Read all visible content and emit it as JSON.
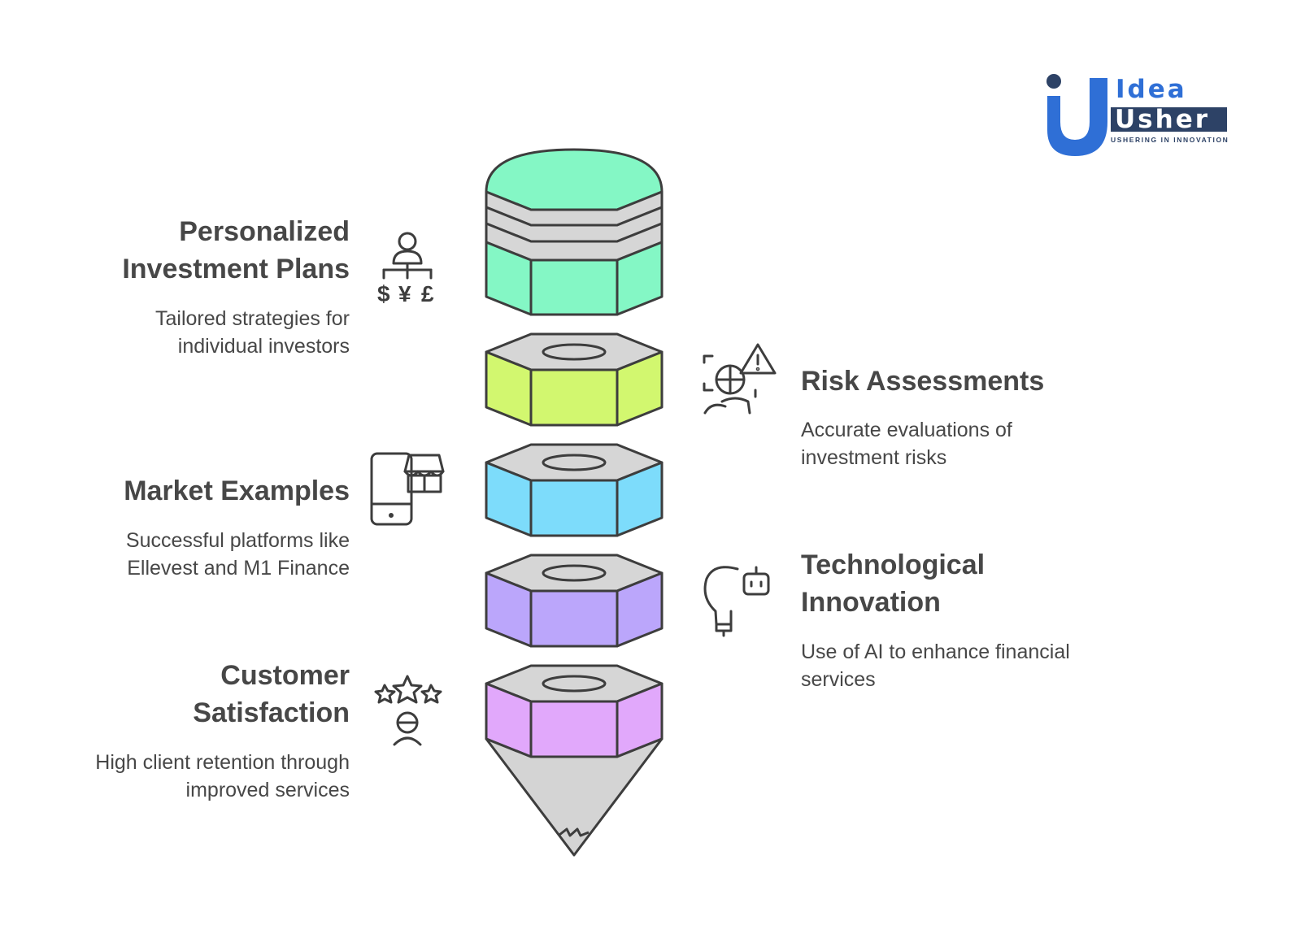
{
  "brand": {
    "name_line1": "Idea",
    "name_line2": "Usher",
    "tagline": "USHERING IN INNOVATION",
    "colors": {
      "blue": "#2f6fd6",
      "navy": "#2d4266",
      "light_blue": "#4aa3e6"
    }
  },
  "items": [
    {
      "title_lines": [
        "Personalized",
        "Investment Plans"
      ],
      "desc_lines": [
        "Tailored strategies for",
        "individual investors"
      ],
      "icon": "investor-currency-icon",
      "color": "#84f7c5"
    },
    {
      "title_lines": [
        "Risk Assessments"
      ],
      "desc_lines": [
        "Accurate evaluations of",
        "investment risks"
      ],
      "icon": "risk-warning-icon",
      "color": "#d2f76f"
    },
    {
      "title_lines": [
        "Market Examples"
      ],
      "desc_lines": [
        "Successful platforms like",
        "Ellevest and M1 Finance"
      ],
      "icon": "mobile-store-icon",
      "color": "#7ddcfb"
    },
    {
      "title_lines": [
        "Technological",
        "Innovation"
      ],
      "desc_lines": [
        "Use of AI to enhance financial",
        "services"
      ],
      "icon": "ai-lightbulb-icon",
      "color": "#bba6fb"
    },
    {
      "title_lines": [
        "Customer",
        "Satisfaction"
      ],
      "desc_lines": [
        "High client retention through",
        "improved services"
      ],
      "icon": "customer-stars-icon",
      "color": "#e1a8fb"
    }
  ],
  "pencil_colors": {
    "gray_band": "#d6d6d6",
    "tip": "#d4d4d4",
    "outline": "#3d3d3d"
  }
}
